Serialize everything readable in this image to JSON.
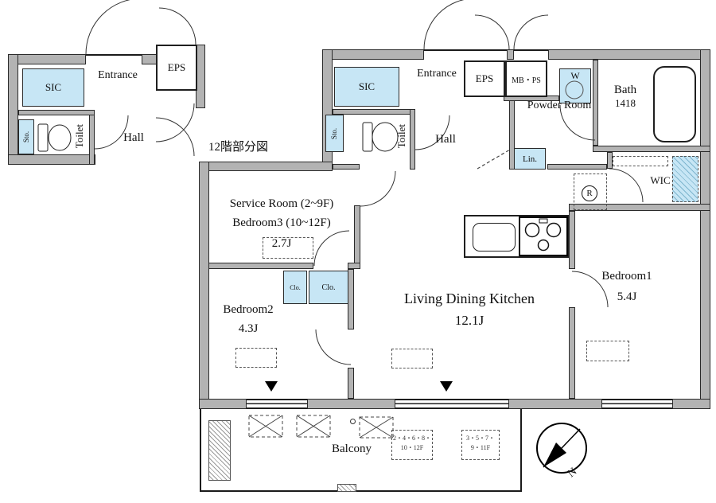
{
  "colors": {
    "wall_gray": "#b3b3b3",
    "closet_blue": "#c7e6f5",
    "line": "#1a1a1a"
  },
  "inset": {
    "caption": "12階部分図",
    "sic": "SIC",
    "entrance": "Entrance",
    "eps": "EPS",
    "toilet": "Toilet",
    "hall": "Hall",
    "sto": "Sto."
  },
  "main": {
    "sic": "SIC",
    "entrance": "Entrance",
    "eps": "EPS",
    "mbps": "MB・PS",
    "washer": "W",
    "bath": "Bath",
    "bath_size": "1418",
    "powder_room": "Powder Room",
    "toilet": "Toilet",
    "hall": "Hall",
    "sto": "Sto.",
    "lin": "Lin.",
    "wic": "WIC",
    "fridge": "R",
    "service_room": "Service Room (2~9F)",
    "bedroom3": "Bedroom3 (10~12F)",
    "bedroom3_size": "2.7J",
    "bedroom2": "Bedroom2",
    "bedroom2_size": "4.3J",
    "closet1": "Clo.",
    "closet2": "Clo.",
    "ldk": "Living Dining Kitchen",
    "ldk_size": "12.1J",
    "bedroom1": "Bedroom1",
    "bedroom1_size": "5.4J",
    "balcony": "Balcony",
    "floors_even_line1": "2・4・6・8・",
    "floors_even_line2": "10・12F",
    "floors_odd_line1": "3・5・7・",
    "floors_odd_line2": "9・11F",
    "north": "N"
  }
}
